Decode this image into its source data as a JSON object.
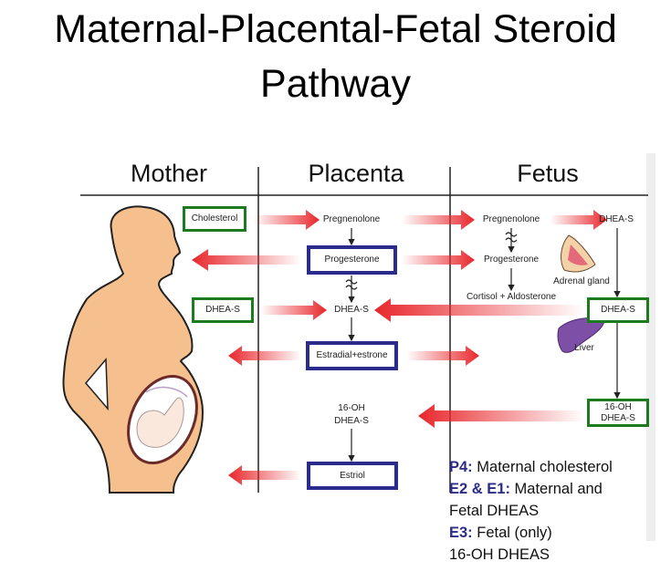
{
  "title": {
    "line1": "Maternal-Placental-Fetal Steroid",
    "line2": "Pathway"
  },
  "columns": {
    "mother": "Mother",
    "placenta": "Placenta",
    "fetus": "Fetus"
  },
  "mother": {
    "cholesterol": "Cholesterol",
    "dheas": "DHEA-S"
  },
  "placenta": {
    "pregnenolone": "Pregnenolone",
    "progesterone": "Progesterone",
    "dheas": "DHEA-S",
    "estradial": "Estradial+estrone",
    "oh16_l1": "16-OH",
    "oh16_l2": "DHEA-S",
    "estriol": "Estriol"
  },
  "fetus": {
    "pregnenolone": "Pregnenolone",
    "dheas_top": "DHEA-S",
    "progesterone": "Progesterone",
    "adrenal": "Adrenal gland",
    "cortisol": "Cortisol + Aldosterone",
    "dheas_box": "DHEA-S",
    "liver": "Liver",
    "oh16_l1": "16-OH",
    "oh16_l2": "DHEA-S"
  },
  "legend": [
    {
      "key": "P4:",
      "text": " Maternal cholesterol"
    },
    {
      "key": "E2 & E1:",
      "text": "  Maternal and"
    },
    {
      "key": "",
      "text": "Fetal DHEAS"
    },
    {
      "key": "E3:",
      "text": "  Fetal (only)"
    },
    {
      "key": "",
      "text": "16-OH DHEAS"
    }
  ],
  "colors": {
    "arrow": "#e8262b",
    "green_box": "#1e7a1e",
    "blue_box": "#2b2b8c",
    "skin": "#f5c08e"
  }
}
